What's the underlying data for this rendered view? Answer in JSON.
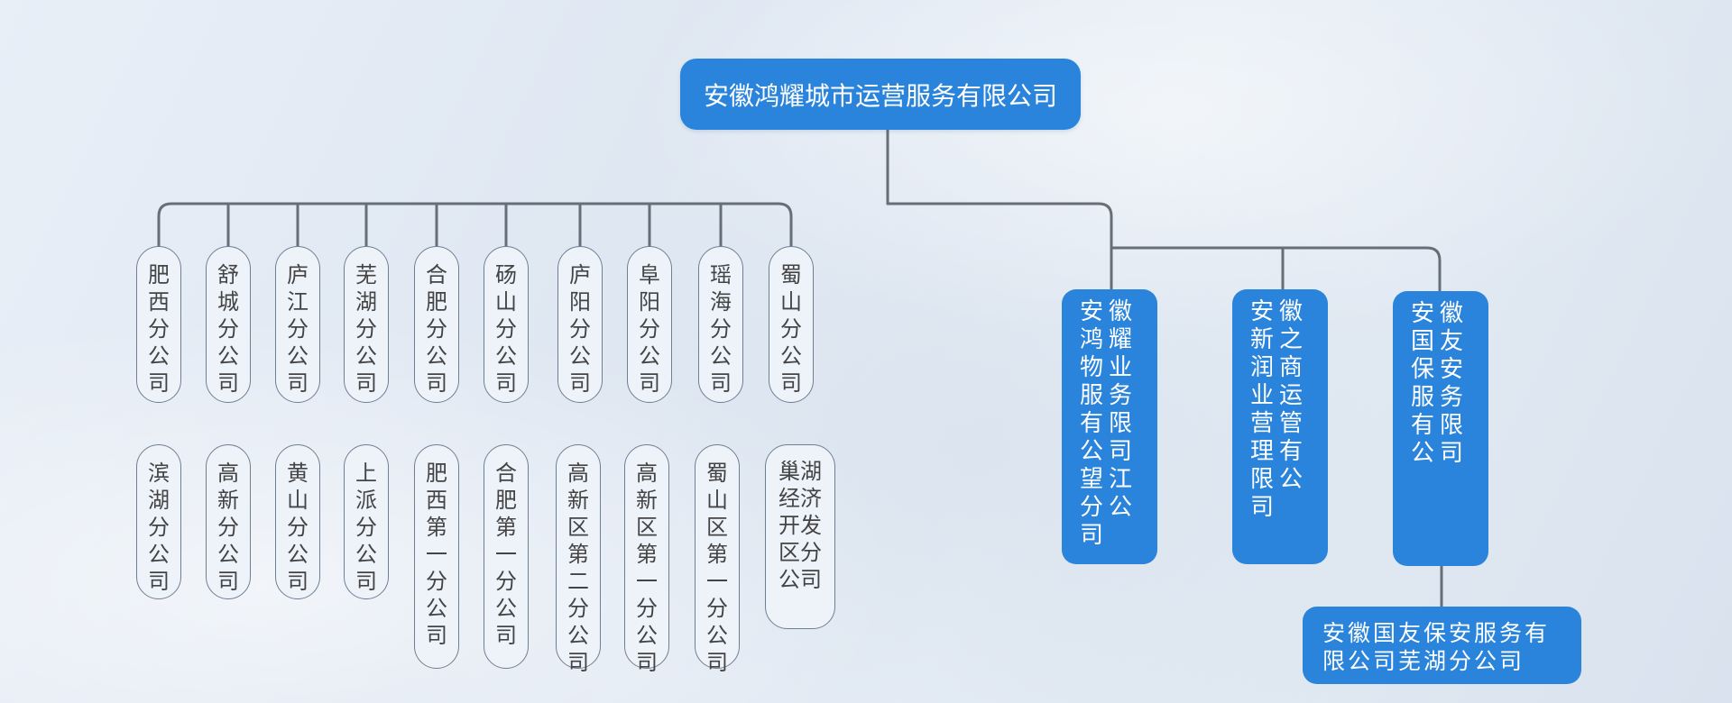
{
  "root": "安徽鸿耀城市运营服务有限公司",
  "branches_row1": [
    "肥西分公司",
    "舒城分公司",
    "庐江分公司",
    "芜湖分公司",
    "合肥分公司",
    "砀山分公司",
    "庐阳分公司",
    "阜阳分公司",
    "瑶海分公司",
    "蜀山分公司"
  ],
  "branches_row2": [
    "滨湖分公司",
    "高新分公司",
    "黄山分公司",
    "上派分公司",
    "肥西第一分公司",
    "合肥第一分公司",
    "高新区第二分公司",
    "高新区第一分公司",
    "蜀山区第一分公司",
    "巢湖经济开发区分公司"
  ],
  "subsidiaries": [
    "安徽鸿耀物业服务有限公司望江分公司",
    "安徽新之润商业运营管理有限公司",
    "安徽国友保安服务有限公司"
  ],
  "sub_branch": "安徽国友保安服务有限公司芜湖分公司",
  "colors": {
    "blue": "#2a84db",
    "line": "#666e78",
    "pill_fill": "#eef3fa",
    "pill_border": "#6f7f93"
  }
}
